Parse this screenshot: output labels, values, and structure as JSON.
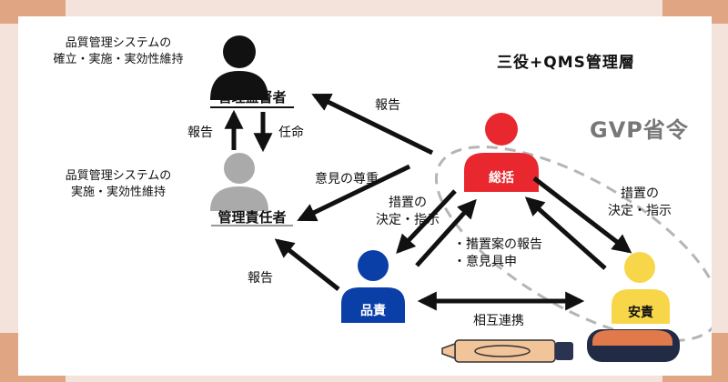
{
  "title": "三役+QMS管理層",
  "gvp_label": "GVP省令",
  "roles": {
    "supervisor": {
      "label": "管理監督者",
      "color": "#111111",
      "duty_line1": "品質管理システムの",
      "duty_line2": "確立・実施・実効性維持"
    },
    "manager": {
      "label": "管理責任者",
      "color": "#aaaaaa",
      "duty_line1": "品質管理システムの",
      "duty_line2": "実施・実効性維持"
    },
    "general": {
      "label": "総括",
      "color": "#e8282e"
    },
    "quality": {
      "label": "品責",
      "color": "#0b3fa8"
    },
    "safety": {
      "label": "安責",
      "color": "#f7d64a"
    }
  },
  "relations": {
    "report_up": "報告",
    "appoint": "任命",
    "report_general": "報告",
    "respect_opinion": "意見の尊重",
    "decide_quality_1": "措置の",
    "decide_quality_2": "決定・指示",
    "report_plan_1": "・措置案の報告",
    "report_plan_2": "・意見具申",
    "report_quality": "報告",
    "decide_safety_1": "措置の",
    "decide_safety_2": "決定・指示",
    "cooperation": "相互連携"
  }
}
